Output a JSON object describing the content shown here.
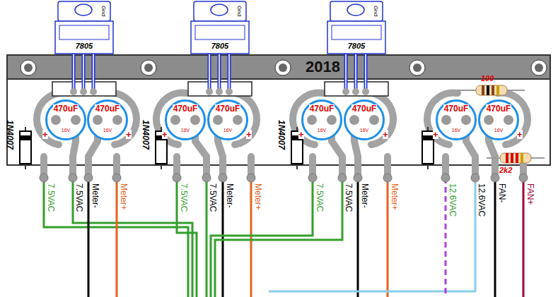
{
  "diagram": {
    "nodes": [
      {
        "text": [
          "7805",
          "Gnd"
        ]
      },
      {
        "text": [
          "7805",
          "Gnd"
        ]
      },
      {
        "text": [
          "7805",
          "Gnd"
        ]
      },
      {
        "text": [
          "470uF",
          "16V"
        ]
      },
      {
        "text": [
          "470uF",
          "16V"
        ]
      },
      {
        "text": [
          "470uF",
          "16V"
        ]
      },
      {
        "text": [
          "470uF",
          "16V"
        ]
      },
      {
        "text": [
          "470uF",
          "16V"
        ]
      },
      {
        "text": [
          "470uF",
          "16V"
        ]
      },
      {
        "text": [
          "470uF",
          "16V"
        ]
      },
      {
        "text": [
          "470uF",
          "16V"
        ]
      }
    ],
    "labels": [
      "2018",
      "100",
      "2k2",
      "1N4007",
      "1N4007",
      "1N4007",
      "+",
      "+",
      "+",
      "+",
      "+",
      "+",
      "+",
      "+",
      "7.5VAC",
      "Meter-",
      "7.5VAC",
      "Meter+",
      "7.5VAC",
      "Meter-",
      "7.5VAC",
      "Meter+",
      "7.5VAC",
      "Meter-",
      "7.5VAC",
      "Meter+",
      "12.6VAC",
      "12.6VAC",
      "FAN-",
      "FAN+"
    ]
  }
}
